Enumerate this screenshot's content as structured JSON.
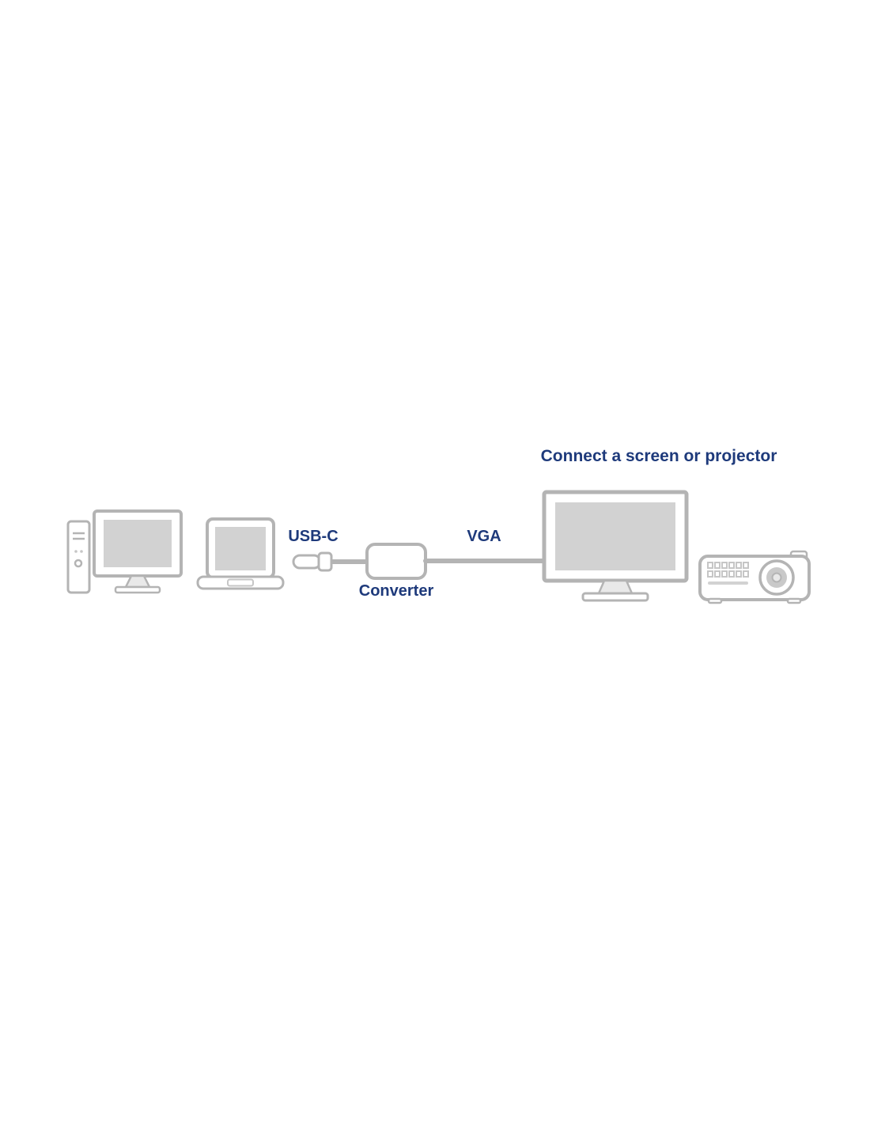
{
  "page": {
    "background": "#ffffff",
    "description": "USB-C to VGA converter connection diagram"
  },
  "colors": {
    "label_blue": "#1e3a7b",
    "line_gray": "#b4b4b4",
    "screen_gray": "#d2d2d2",
    "detail_gray": "#c6c6c6",
    "white": "#ffffff"
  },
  "labels": {
    "heading": "Connect a screen or projector",
    "usb_c": "USB-C",
    "vga": "VGA",
    "converter": "Converter"
  },
  "devices": [
    "desktop-pc",
    "laptop",
    "usb-c-plug",
    "converter",
    "monitor",
    "projector"
  ]
}
